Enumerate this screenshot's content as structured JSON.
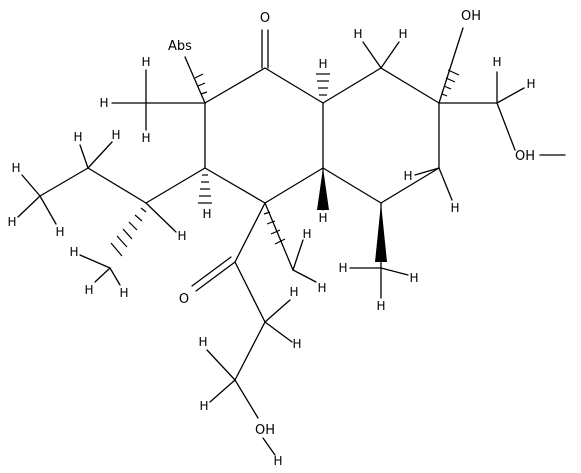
{
  "labels": {
    "o_ketone": "O",
    "o_acetyl": "O",
    "o_abs": "Abs",
    "h": "H",
    "oh": "OH"
  },
  "colors": {
    "ink": "#000000",
    "paper": "#ffffff"
  }
}
